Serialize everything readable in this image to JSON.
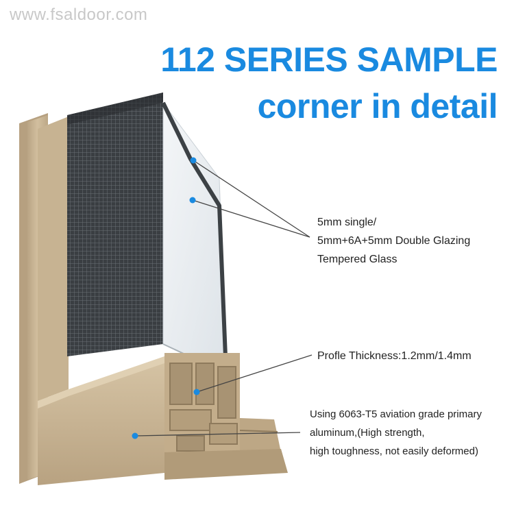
{
  "watermark": "www.fsaldoor.com",
  "title": {
    "line1": "112 SERIES SAMPLE",
    "line2": "corner in detail"
  },
  "callouts": {
    "glass": {
      "line1": "5mm single/",
      "line2": "5mm+6A+5mm Double Glazing",
      "line3": "Tempered Glass"
    },
    "profile": {
      "line1": "Profle Thickness:1.2mm/1.4mm"
    },
    "aluminum": {
      "line1": "Using 6063-T5 aviation grade primary",
      "line2": "aluminum,(High strength,",
      "line3": "high toughness, not easily deformed)"
    }
  },
  "colors": {
    "title_blue": "#1a8ae0",
    "frame_champagne": "#c9b596",
    "marker_blue": "#1a8ae0",
    "glass_dark": "#3c4145"
  }
}
